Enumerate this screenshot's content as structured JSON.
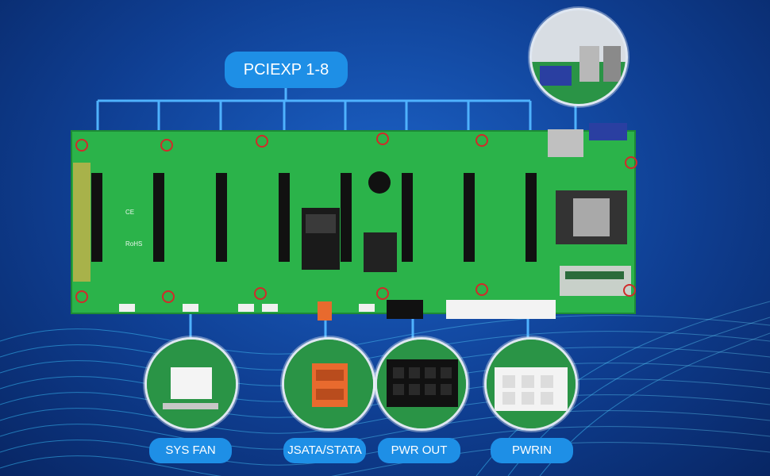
{
  "labels": {
    "top": "PCIEXP 1-8",
    "sys_fan": "SYS FAN",
    "sata": "JSATA/STATA",
    "pwr_out": "PWR OUT",
    "pwr_in": "PWRIN"
  },
  "board_silk": {
    "rohs": "RoHS",
    "ce": "CE"
  },
  "colors": {
    "background": "#0f3f93",
    "board": "#2bb34a",
    "callout": "#1e8fe6",
    "connector_line": "#4fb2ff",
    "sata_orange": "#e86a2e"
  },
  "slots": 8
}
